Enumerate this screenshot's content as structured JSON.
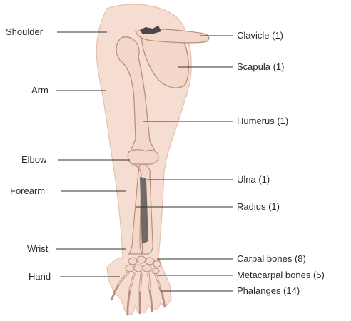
{
  "labels_left": {
    "shoulder": "Shoulder",
    "arm": "Arm",
    "elbow": "Elbow",
    "forearm": "Forearm",
    "wrist": "Wrist",
    "hand": "Hand"
  },
  "labels_right": {
    "clavicle": "Clavicle (1)",
    "scapula": "Scapula (1)",
    "humerus": "Humerus (1)",
    "ulna": "Ulna (1)",
    "radius": "Radius (1)",
    "carpal": "Carpal bones (8)",
    "metacarpal": "Metacarpal bones (5)",
    "phalanges": "Phalanges (14)"
  },
  "colors": {
    "skin": "#f6ddd2",
    "skin_edge": "#e6bfb0",
    "bone": "#f3d7c8",
    "bone_edge": "#b98f7f",
    "shadow": "#6f6a6a",
    "leader": "#333333"
  }
}
